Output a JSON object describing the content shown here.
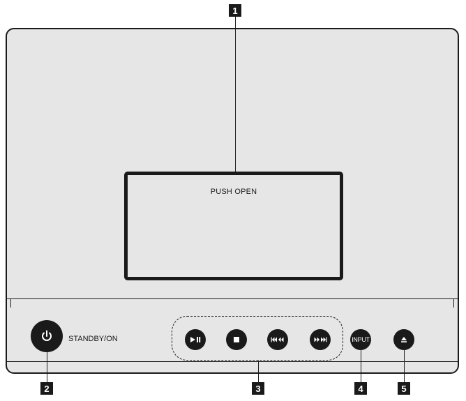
{
  "lid": {
    "label": "PUSH OPEN"
  },
  "controls": {
    "standby_label": "STANDBY/ON",
    "input_label": "INPUT"
  },
  "icons": {
    "power": "power-icon",
    "play_pause": "play-pause-icon",
    "stop": "stop-icon",
    "rewind": "skip-back-icon",
    "forward": "skip-forward-icon",
    "eject": "eject-icon"
  },
  "callouts": [
    "1",
    "2",
    "3",
    "4",
    "5"
  ],
  "colors": {
    "body": "#e6e6e6",
    "ink": "#1a1a1a",
    "button_text": "#ffffff"
  }
}
